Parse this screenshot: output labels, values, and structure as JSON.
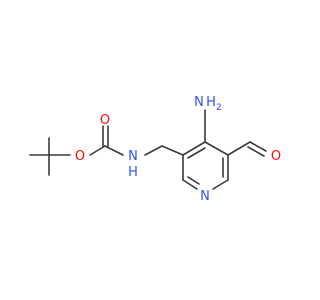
{
  "molecule": {
    "atoms": {
      "carbonyl_oxygen": "O",
      "ester_oxygen": "O",
      "carbamate_nitrogen": "N",
      "carbamate_hydrogen": "H",
      "ring_nitrogen": "N",
      "amino_nitrogen": "N",
      "amino_hydrogens": "H",
      "amino_subscript": "2",
      "aldehyde_oxygen": "O"
    }
  },
  "colors": {
    "bond": "#3a3a3a",
    "oxygen": "#ff0d0d",
    "nitrogen": "#3050f8",
    "hydrogen_label": "#3050f8"
  }
}
